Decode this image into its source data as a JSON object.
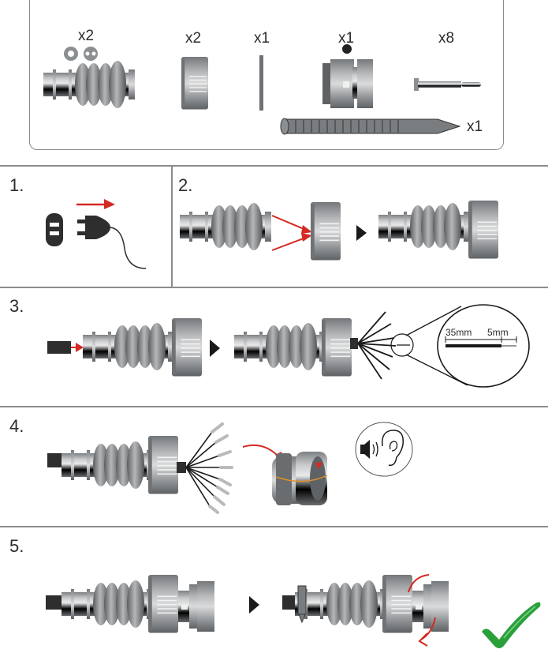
{
  "parts": {
    "items": [
      {
        "name": "bellows-grommet-with-seals",
        "quantity": "x2"
      },
      {
        "name": "nut-cap",
        "quantity": "x2"
      },
      {
        "name": "seal-ring",
        "quantity": "x1"
      },
      {
        "name": "connector-housing",
        "quantity": "x1"
      },
      {
        "name": "contact-pin",
        "quantity": "x8"
      },
      {
        "name": "cable-tie",
        "quantity": "x1"
      }
    ]
  },
  "steps": [
    {
      "number": "1.",
      "description": "Disconnect power"
    },
    {
      "number": "2.",
      "description": "Insert grommet into nut cap"
    },
    {
      "number": "3.",
      "description": "Feed cable through and strip wires",
      "measurements": {
        "jacket_strip": "35mm",
        "wire_strip": "5mm"
      }
    },
    {
      "number": "4.",
      "description": "Crimp pins and insert into housing until click is heard"
    },
    {
      "number": "5.",
      "description": "Tighten assembly and secure with cable tie"
    }
  ],
  "colors": {
    "accent_red": "#d42a24",
    "check_green": "#2aa03a",
    "part_gray": "#8e9194",
    "line_gray": "#8c8c8c"
  }
}
